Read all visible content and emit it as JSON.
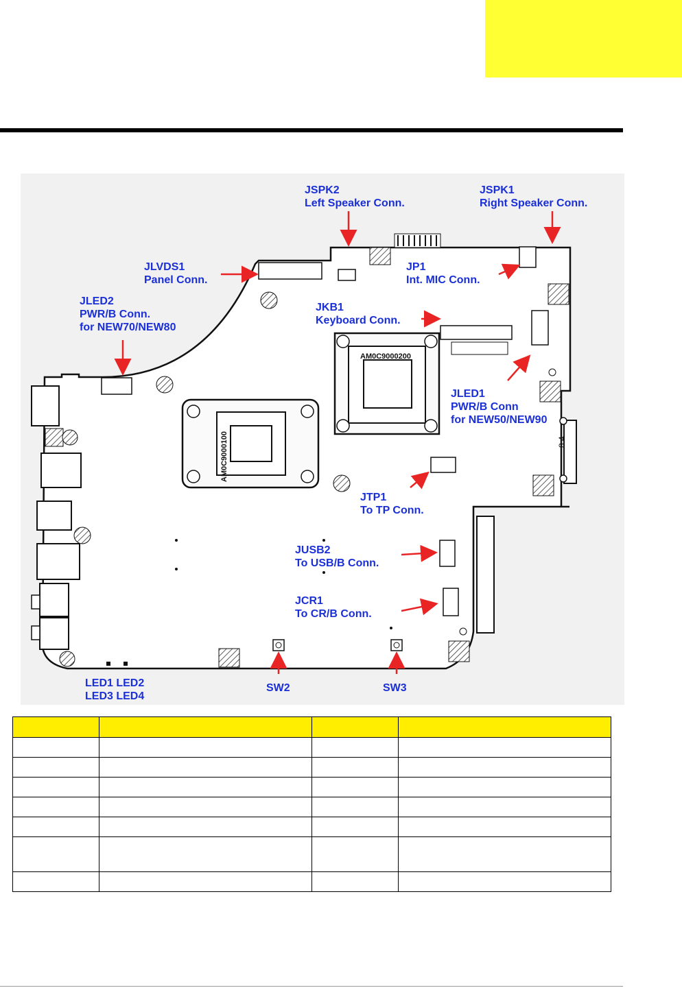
{
  "labels": {
    "jspk2": [
      "JSPK2",
      "Left Speaker Conn."
    ],
    "jspk1": [
      "JSPK1",
      "Right Speaker  Conn."
    ],
    "jlvds1": [
      "JLVDS1",
      "Panel Conn."
    ],
    "jp1": [
      "JP1",
      "Int. MIC Conn."
    ],
    "jled2": [
      "JLED2",
      "PWR/B Conn.",
      "for NEW70/NEW80"
    ],
    "jkb1": [
      "JKB1",
      "Keyboard Conn."
    ],
    "jled1": [
      "JLED1",
      "PWR/B Conn",
      "for NEW50/NEW90"
    ],
    "jtp1": [
      "JTP1",
      "To TP Conn."
    ],
    "jusb2": [
      "JUSB2",
      "To USB/B Conn."
    ],
    "jcr1": [
      "JCR1",
      "To CR/B Conn."
    ],
    "leds": [
      "LED1 LED2",
      "LED3 LED4"
    ],
    "sw2": "SW2",
    "sw3": "SW3"
  },
  "board_markings": {
    "cpu_bracket": "AM0C9000200",
    "gpu_bracket": "AM0C9000100",
    "side_marking": "8.4"
  },
  "colors": {
    "label_text": "#1a2fd6",
    "arrow": "#e82424",
    "table_header": "#ffee00",
    "yellow_tab": "#ffff33"
  },
  "table": {
    "header_count": 4,
    "row_count": 7,
    "tall_row_index": 5
  }
}
